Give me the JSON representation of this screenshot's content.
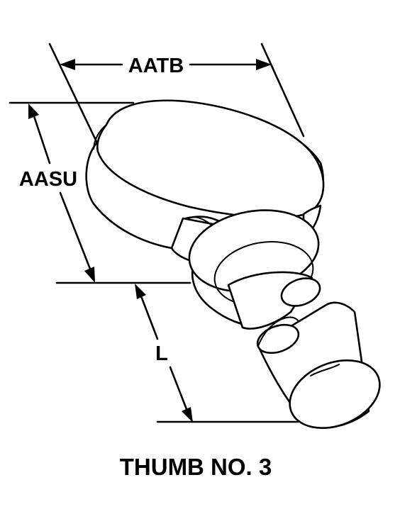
{
  "diagram": {
    "dimensions": {
      "width_label": "AATB",
      "height_label": "AASU",
      "length_label": "L"
    },
    "caption": "THUMB NO. 3",
    "colors": {
      "ink": "#000000",
      "paper": "#ffffff"
    }
  }
}
